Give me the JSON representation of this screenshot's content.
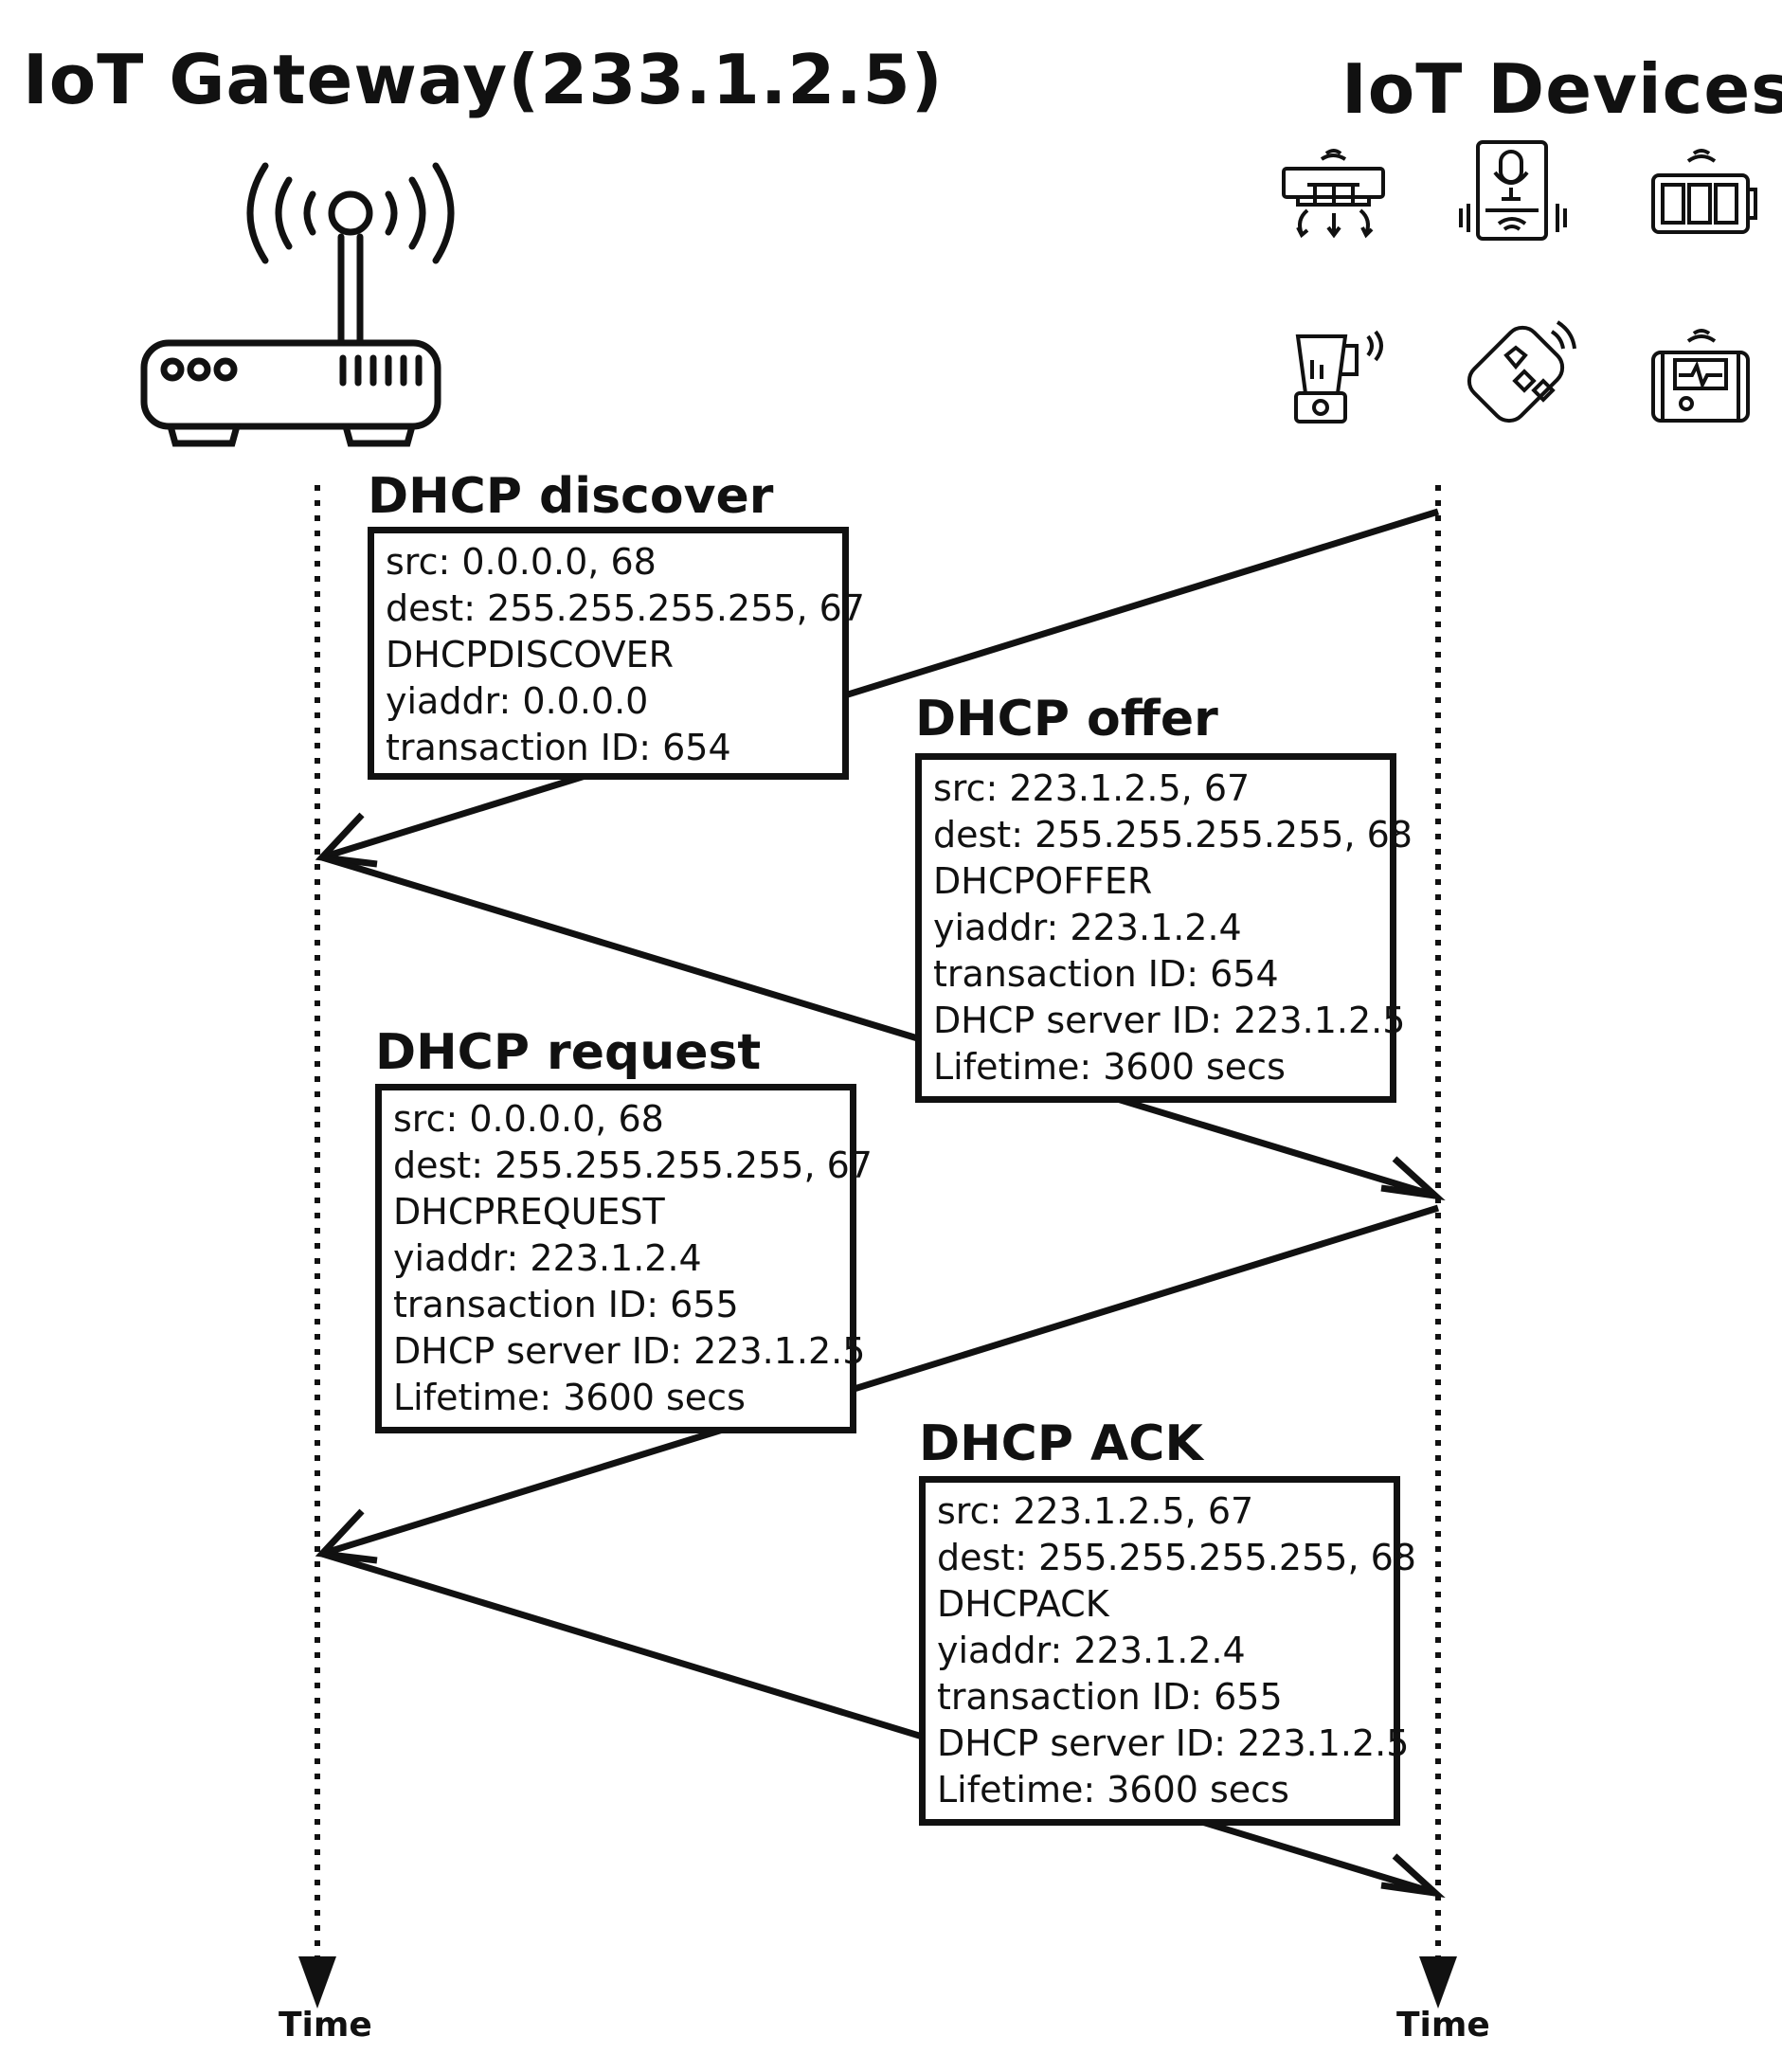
{
  "gateway": {
    "title": "IoT Gateway(233.1.2.5)"
  },
  "devices": {
    "title": "IoT Devices",
    "icons": [
      "air-conditioner-icon",
      "smart-speaker-icon",
      "battery-icon",
      "smart-blender-icon",
      "smart-lock-icon",
      "health-monitor-icon"
    ]
  },
  "timeline": {
    "left_label": "Time",
    "right_label": "Time"
  },
  "messages": [
    {
      "title": "DHCP discover",
      "lines": [
        "src: 0.0.0.0, 68",
        "dest: 255.255.255.255, 67",
        "DHCPDISCOVER",
        "yiaddr: 0.0.0.0",
        "transaction ID: 654"
      ]
    },
    {
      "title": "DHCP offer",
      "lines": [
        "src: 223.1.2.5, 67",
        "dest: 255.255.255.255, 68",
        "DHCPOFFER",
        "yiaddr: 223.1.2.4",
        "transaction ID: 654",
        "DHCP server ID: 223.1.2.5",
        "Lifetime: 3600 secs"
      ]
    },
    {
      "title": "DHCP request",
      "lines": [
        "src: 0.0.0.0, 68",
        "dest: 255.255.255.255, 67",
        "DHCPREQUEST",
        "yiaddr: 223.1.2.4",
        "transaction ID: 655",
        "DHCP server ID: 223.1.2.5",
        "Lifetime: 3600 secs"
      ]
    },
    {
      "title": "DHCP ACK",
      "lines": [
        "src: 223.1.2.5, 67",
        "dest: 255.255.255.255, 68",
        "DHCPACK",
        "yiaddr: 223.1.2.4",
        "transaction ID: 655",
        "DHCP server ID: 223.1.2.5",
        "Lifetime: 3600 secs"
      ]
    }
  ]
}
